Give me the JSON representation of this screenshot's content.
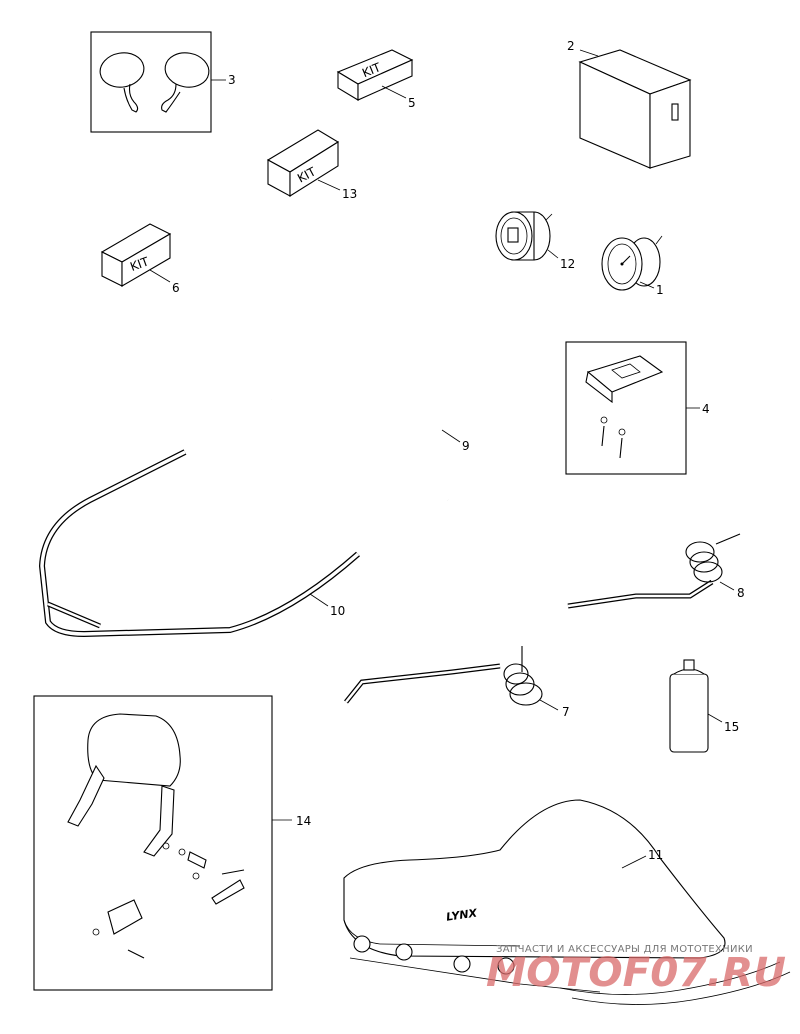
{
  "parts": [
    {
      "id": "p1",
      "label": "1"
    },
    {
      "id": "p2",
      "label": "2"
    },
    {
      "id": "p3",
      "label": "3"
    },
    {
      "id": "p4",
      "label": "4"
    },
    {
      "id": "p5",
      "label": "5"
    },
    {
      "id": "p6",
      "label": "6"
    },
    {
      "id": "p7",
      "label": "7"
    },
    {
      "id": "p8",
      "label": "8"
    },
    {
      "id": "p9",
      "label": "9"
    },
    {
      "id": "p10",
      "label": "10"
    },
    {
      "id": "p11",
      "label": "11"
    },
    {
      "id": "p12",
      "label": "12"
    },
    {
      "id": "p13",
      "label": "13"
    },
    {
      "id": "p14",
      "label": "14"
    },
    {
      "id": "p15",
      "label": "15"
    }
  ],
  "kit_boxes": {
    "kit5": "KIT",
    "kit13": "KIT",
    "kit6": "KIT"
  },
  "cover_brand": "LYNX",
  "watermark": {
    "caption": "ЗАПЧАСТИ И АКСЕССУАРЫ ДЛЯ МОТОТЕХНИКИ",
    "logo": "MOTOF07.RU"
  }
}
